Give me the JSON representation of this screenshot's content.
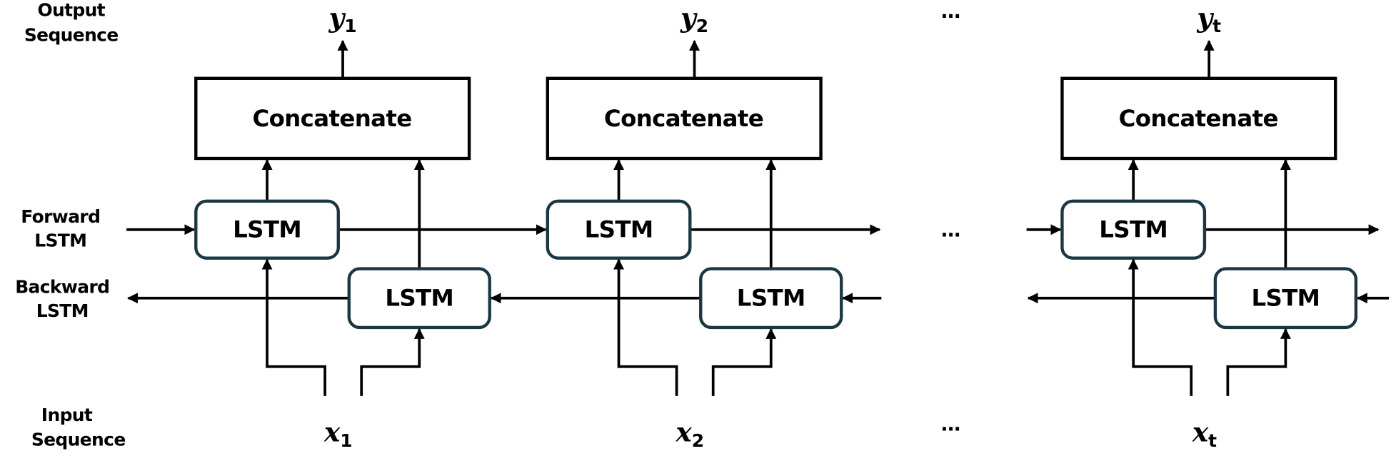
{
  "row_labels": {
    "output": [
      "Output",
      "Sequence"
    ],
    "forward": [
      "Forward",
      "LSTM"
    ],
    "backward": [
      "Backward",
      "LSTM"
    ],
    "input": [
      "Input",
      "Sequence"
    ]
  },
  "columns": [
    {
      "output_var": "y",
      "output_sub": "1",
      "input_var": "x",
      "input_sub": "1",
      "concat_label": "Concatenate",
      "forward_label": "LSTM",
      "backward_label": "LSTM"
    },
    {
      "output_var": "y",
      "output_sub": "2",
      "input_var": "x",
      "input_sub": "2",
      "concat_label": "Concatenate",
      "forward_label": "LSTM",
      "backward_label": "LSTM"
    },
    {
      "output_var": "y",
      "output_sub": "t",
      "input_var": "x",
      "input_sub": "t",
      "concat_label": "Concatenate",
      "forward_label": "LSTM",
      "backward_label": "LSTM"
    }
  ],
  "ellipsis": "…",
  "colors": {
    "lstm_border": "#1c3644",
    "lines": "#000000"
  }
}
